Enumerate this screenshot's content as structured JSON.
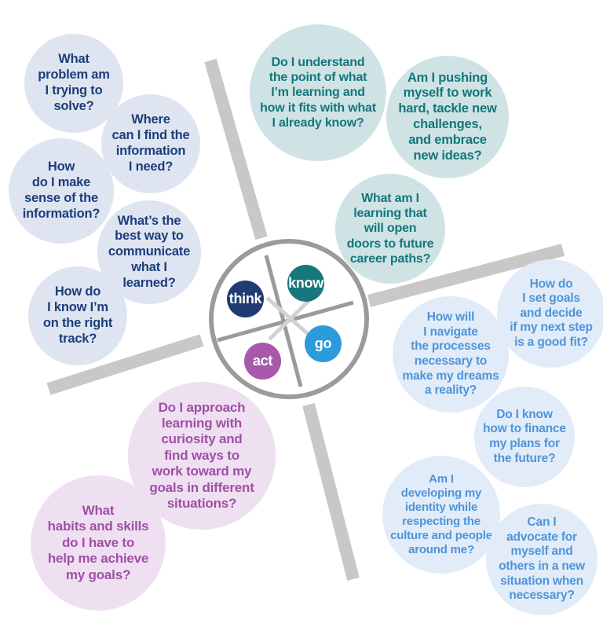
{
  "diagram": {
    "type": "reflection-wheel",
    "hub": {
      "segments": [
        {
          "id": "think",
          "label": "think",
          "color": "#213a71"
        },
        {
          "id": "know",
          "label": "know",
          "color": "#17787c"
        },
        {
          "id": "go",
          "label": "go",
          "color": "#2b9cd9"
        },
        {
          "id": "act",
          "label": "act",
          "color": "#a859ab"
        }
      ]
    },
    "quadrants": {
      "think": {
        "text_color": "#1b3e7c",
        "bubble_color": "#dfe5f0",
        "bubbles": [
          "What\nproblem am\nI trying to\nsolve?",
          "Where\ncan I find the\ninformation\nI need?",
          "How\ndo I make\nsense of the\ninformation?",
          "What’s the\nbest way to\ncommunicate\nwhat I\nlearned?",
          "How do\nI know I’m\non the right\ntrack?"
        ]
      },
      "know": {
        "text_color": "#13767c",
        "bubble_color": "#cfe3e5",
        "bubbles": [
          "Do I understand\nthe point of what\nI’m learning and\nhow it fits with what\nI already know?",
          "Am I pushing\nmyself to work\nhard, tackle new\nchallenges,\nand embrace\nnew ideas?",
          "What am I\nlearning that\nwill open\ndoors to future\ncareer paths?"
        ]
      },
      "act": {
        "text_color": "#a04fa5",
        "bubble_color": "#eee0f1",
        "bubbles": [
          "Do I approach\nlearning with\ncuriosity and\nfind ways to\nwork toward my\ngoals in different\nsituations?",
          "What\nhabits and skills\ndo I have to\nhelp me achieve\nmy goals?"
        ]
      },
      "go": {
        "text_color": "#4f94d9",
        "bubble_color": "#e1ecf8",
        "bubbles": [
          "How will\nI navigate\nthe processes\nnecessary to\nmake my dreams\na reality?",
          "How do\nI set goals\nand decide\nif my next step\nis a good fit?",
          "Do I know\nhow to finance\nmy plans for\nthe future?",
          "Am I\ndeveloping my\nidentity while\nrespecting the\nculture and people\naround me?",
          "Can I\nadvocate for\nmyself and\nothers in a new\nsituation when\nnecessary?"
        ]
      }
    },
    "colors": {
      "spoke_bar_gray": "#c8c8c8",
      "hub_ring_gray": "#9b9b9b",
      "hub_cross_light_gray": "#d2d2d2",
      "background": "#ffffff"
    }
  }
}
